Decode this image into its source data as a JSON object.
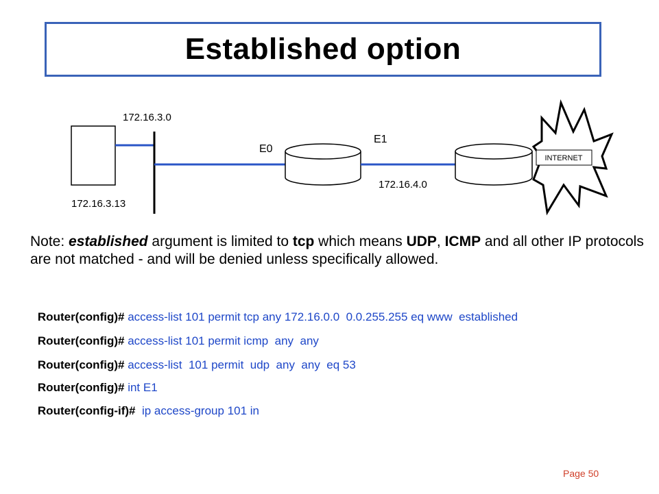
{
  "title": "Established option",
  "diagram": {
    "host_network": "172.16.3.0",
    "host_ip": "172.16.3.13",
    "e0": "E0",
    "e1": "E1",
    "router_network": "172.16.4.0",
    "internet": "INTERNET",
    "colors": {
      "link": "#2a55c7",
      "line": "#000000"
    }
  },
  "note": {
    "prefix": "Note: ",
    "em1": "established",
    "part2": " argument is limited to ",
    "b1": "tcp",
    "part3": " which means ",
    "b2": "UDP",
    "part4": ", ",
    "b3": "ICMP",
    "part5": " and all other IP protocols are not matched - and will be denied unless specifically allowed."
  },
  "commands": [
    {
      "prompt": "Router(config)# ",
      "cmd": "access-list 101 permit tcp any 172.16.0.0  0.0.255.255 eq www  established"
    },
    {
      "prompt": "Router(config)# ",
      "cmd": "access-list 101 permit icmp  any  any"
    },
    {
      "prompt": "Router(config)# ",
      "cmd": "access-list  101 permit  udp  any  any  eq 53"
    },
    {
      "prompt": "Router(config)# ",
      "cmd": "int E1"
    },
    {
      "prompt": "Router(config-if)#  ",
      "cmd": "ip access-group 101 in"
    }
  ],
  "page": "Page 50"
}
